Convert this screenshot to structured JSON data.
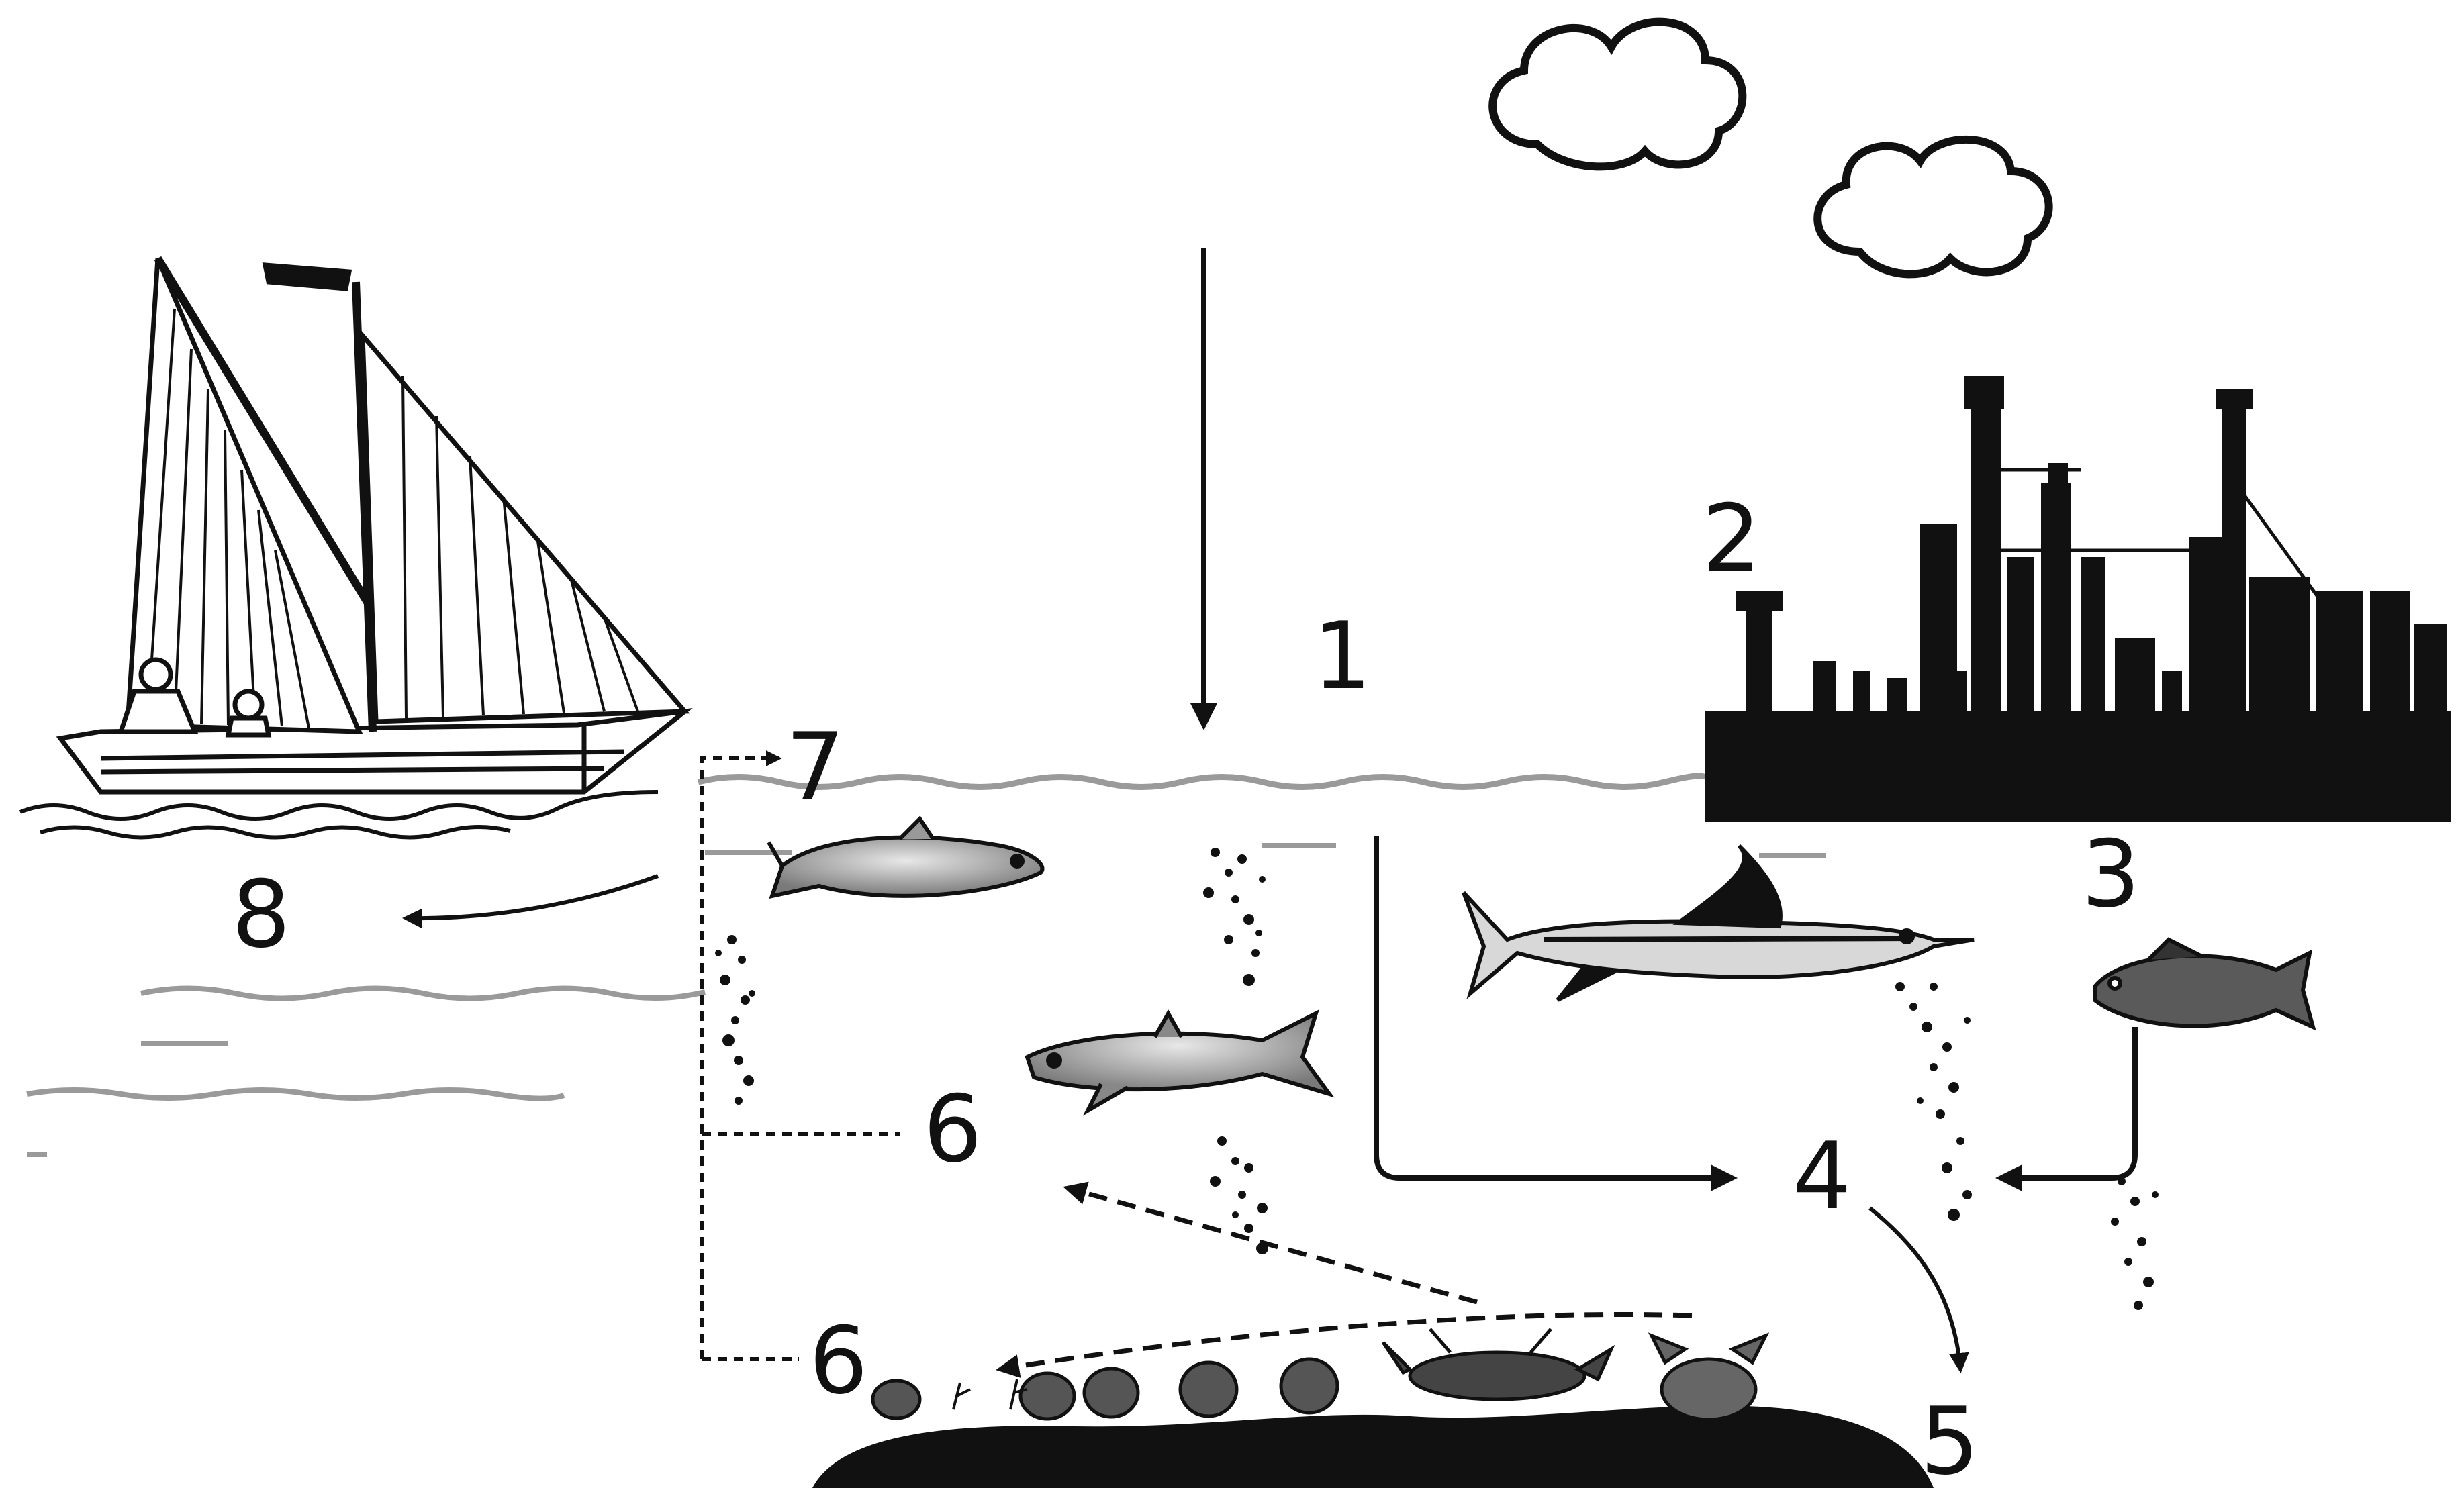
{
  "labels": {
    "l1": "1",
    "l2": "2",
    "l3": "3",
    "l4": "4",
    "l5": "5",
    "l6a": "6",
    "l6b": "6",
    "l7": "7",
    "l8": "8"
  },
  "colors": {
    "ink": "#111111",
    "water": "#9a9a9a",
    "background": "#ffffff"
  }
}
